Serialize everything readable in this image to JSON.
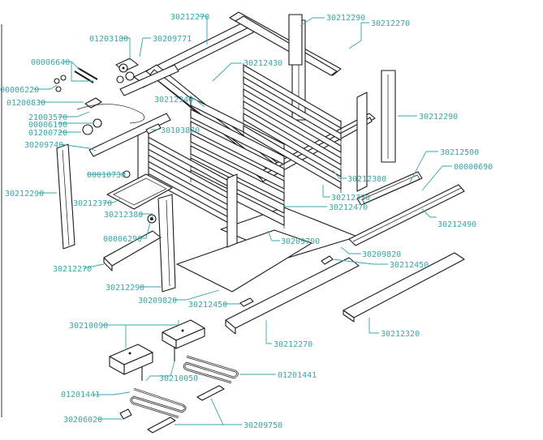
{
  "diagram": {
    "labels": [
      {
        "id": "l1",
        "text": "30212270"
      },
      {
        "id": "l2",
        "text": "30212290"
      },
      {
        "id": "l3",
        "text": "30212270"
      },
      {
        "id": "l4",
        "text": "01203180"
      },
      {
        "id": "l5",
        "text": "30209771"
      },
      {
        "id": "l6",
        "text": "00006640"
      },
      {
        "id": "l7",
        "text": "30212430"
      },
      {
        "id": "l8",
        "text": "00006220"
      },
      {
        "id": "l9",
        "text": "01200830"
      },
      {
        "id": "l10",
        "text": "30212340"
      },
      {
        "id": "l11",
        "text": "21003570"
      },
      {
        "id": "l12",
        "text": "00006190"
      },
      {
        "id": "l13",
        "text": "01200720"
      },
      {
        "id": "l14",
        "text": "30103870"
      },
      {
        "id": "l15",
        "text": "30212290"
      },
      {
        "id": "l16",
        "text": "30209740"
      },
      {
        "id": "l17",
        "text": "30212500"
      },
      {
        "id": "l18",
        "text": "00000690"
      },
      {
        "id": "l19",
        "text": "00010730"
      },
      {
        "id": "l20",
        "text": "30212380"
      },
      {
        "id": "l21",
        "text": "30212290"
      },
      {
        "id": "l22",
        "text": "30212330"
      },
      {
        "id": "l23",
        "text": "30212370"
      },
      {
        "id": "l24",
        "text": "30212470"
      },
      {
        "id": "l25",
        "text": "30212380"
      },
      {
        "id": "l26",
        "text": "30212490"
      },
      {
        "id": "l27",
        "text": "00006290"
      },
      {
        "id": "l28",
        "text": "30209790"
      },
      {
        "id": "l29",
        "text": "30209820"
      },
      {
        "id": "l30",
        "text": "30212270"
      },
      {
        "id": "l31",
        "text": "30212450"
      },
      {
        "id": "l32",
        "text": "30212290"
      },
      {
        "id": "l33",
        "text": "30209820"
      },
      {
        "id": "l34",
        "text": "30212450"
      },
      {
        "id": "l35",
        "text": "30210090"
      },
      {
        "id": "l36",
        "text": "30212320"
      },
      {
        "id": "l37",
        "text": "30212270"
      },
      {
        "id": "l38",
        "text": "01201441"
      },
      {
        "id": "l39",
        "text": "30210050"
      },
      {
        "id": "l40",
        "text": "01201441"
      },
      {
        "id": "l41",
        "text": "30206020"
      },
      {
        "id": "l42",
        "text": "30209750"
      }
    ]
  }
}
